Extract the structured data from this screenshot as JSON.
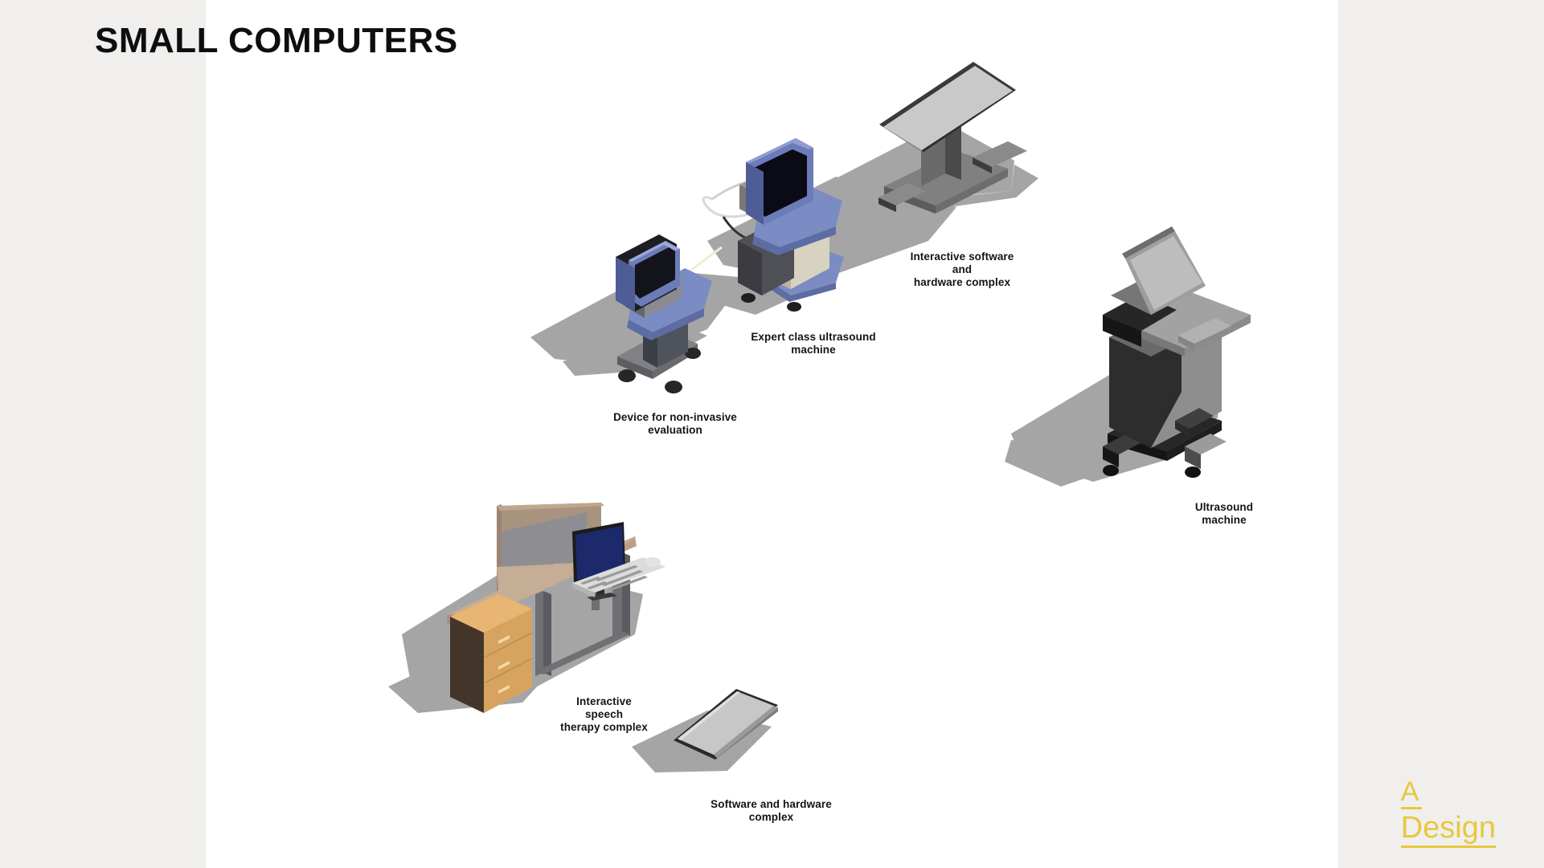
{
  "slide": {
    "title": "SMALL COMPUTERS",
    "background_color": "#f0efed",
    "sheet_color": "#ffffff",
    "text_color": "#141414"
  },
  "brand": {
    "line1": "A",
    "line2": "Design",
    "color": "#e7c83f"
  },
  "objects": [
    {
      "id": "interactive-software-hardware-complex",
      "caption": "Interactive software and hardware complex",
      "caption_lines": [
        "Interactive software and",
        "hardware complex"
      ],
      "kind": "large-tilted-display-on-stand",
      "colors": {
        "panel": "#c9c9c9",
        "frame": "#3a3a3a",
        "stand": "#8d8d8d"
      }
    },
    {
      "id": "expert-class-ultrasound-machine",
      "caption": "Expert class ultrasound machine",
      "caption_lines": [
        "Expert class ultrasound machine"
      ],
      "kind": "ultrasound-cart-with-monitor",
      "colors": {
        "monitor": "#6c7cb8",
        "screen": "#0a0a14",
        "console": "#7b8cc4",
        "body": "#d8d2c0",
        "base": "#4b4b52"
      }
    },
    {
      "id": "device-for-non-invasive-evaluation",
      "caption": "Device for non-invasive evaluation",
      "caption_lines": [
        "Device for non-invasive evaluation"
      ],
      "kind": "mobile-monitor-cart",
      "colors": {
        "monitor": "#6c7cb8",
        "screen": "#111118",
        "console": "#7b8cc4",
        "column": "#545a63",
        "base": "#3d3d42"
      }
    },
    {
      "id": "ultrasound-machine",
      "caption": "Ultrasound machine",
      "caption_lines": [
        "Ultrasound machine"
      ],
      "kind": "dark-ultrasound-cart",
      "colors": {
        "body_dark": "#2c2c2c",
        "body_light": "#9a9a9a",
        "panel": "#a8a8a8",
        "wheels": "#1e1e1e"
      }
    },
    {
      "id": "interactive-speech-therapy-complex",
      "caption": "Interactive speech therapy complex",
      "caption_lines": [
        "Interactive speech",
        "therapy complex"
      ],
      "kind": "desk-with-monitor-keyboard-and-drawer-unit",
      "colors": {
        "desktop": "#b99f87",
        "panel": "#a8937e",
        "drawer_front": "#e8b672",
        "drawer_side": "#43352a",
        "legs": "#6f6f74",
        "screen": "#1c2a6b"
      }
    },
    {
      "id": "software-and-hardware-complex",
      "caption": "Software and hardware complex",
      "caption_lines": [
        "Software and hardware complex"
      ],
      "kind": "flat-tablet-panel",
      "colors": {
        "face": "#c7c7c7",
        "edge": "#2a2a2a"
      }
    }
  ],
  "captions": {
    "interactive_software_hardware": {
      "l1": "Interactive software and",
      "l2": "hardware complex"
    },
    "expert_class_ultrasound": "Expert class ultrasound machine",
    "device_non_invasive": "Device for non-invasive evaluation",
    "ultrasound_machine": "Ultrasound machine",
    "speech_therapy": {
      "l1": "Interactive speech",
      "l2": "therapy complex"
    },
    "software_hardware": "Software and hardware complex"
  }
}
